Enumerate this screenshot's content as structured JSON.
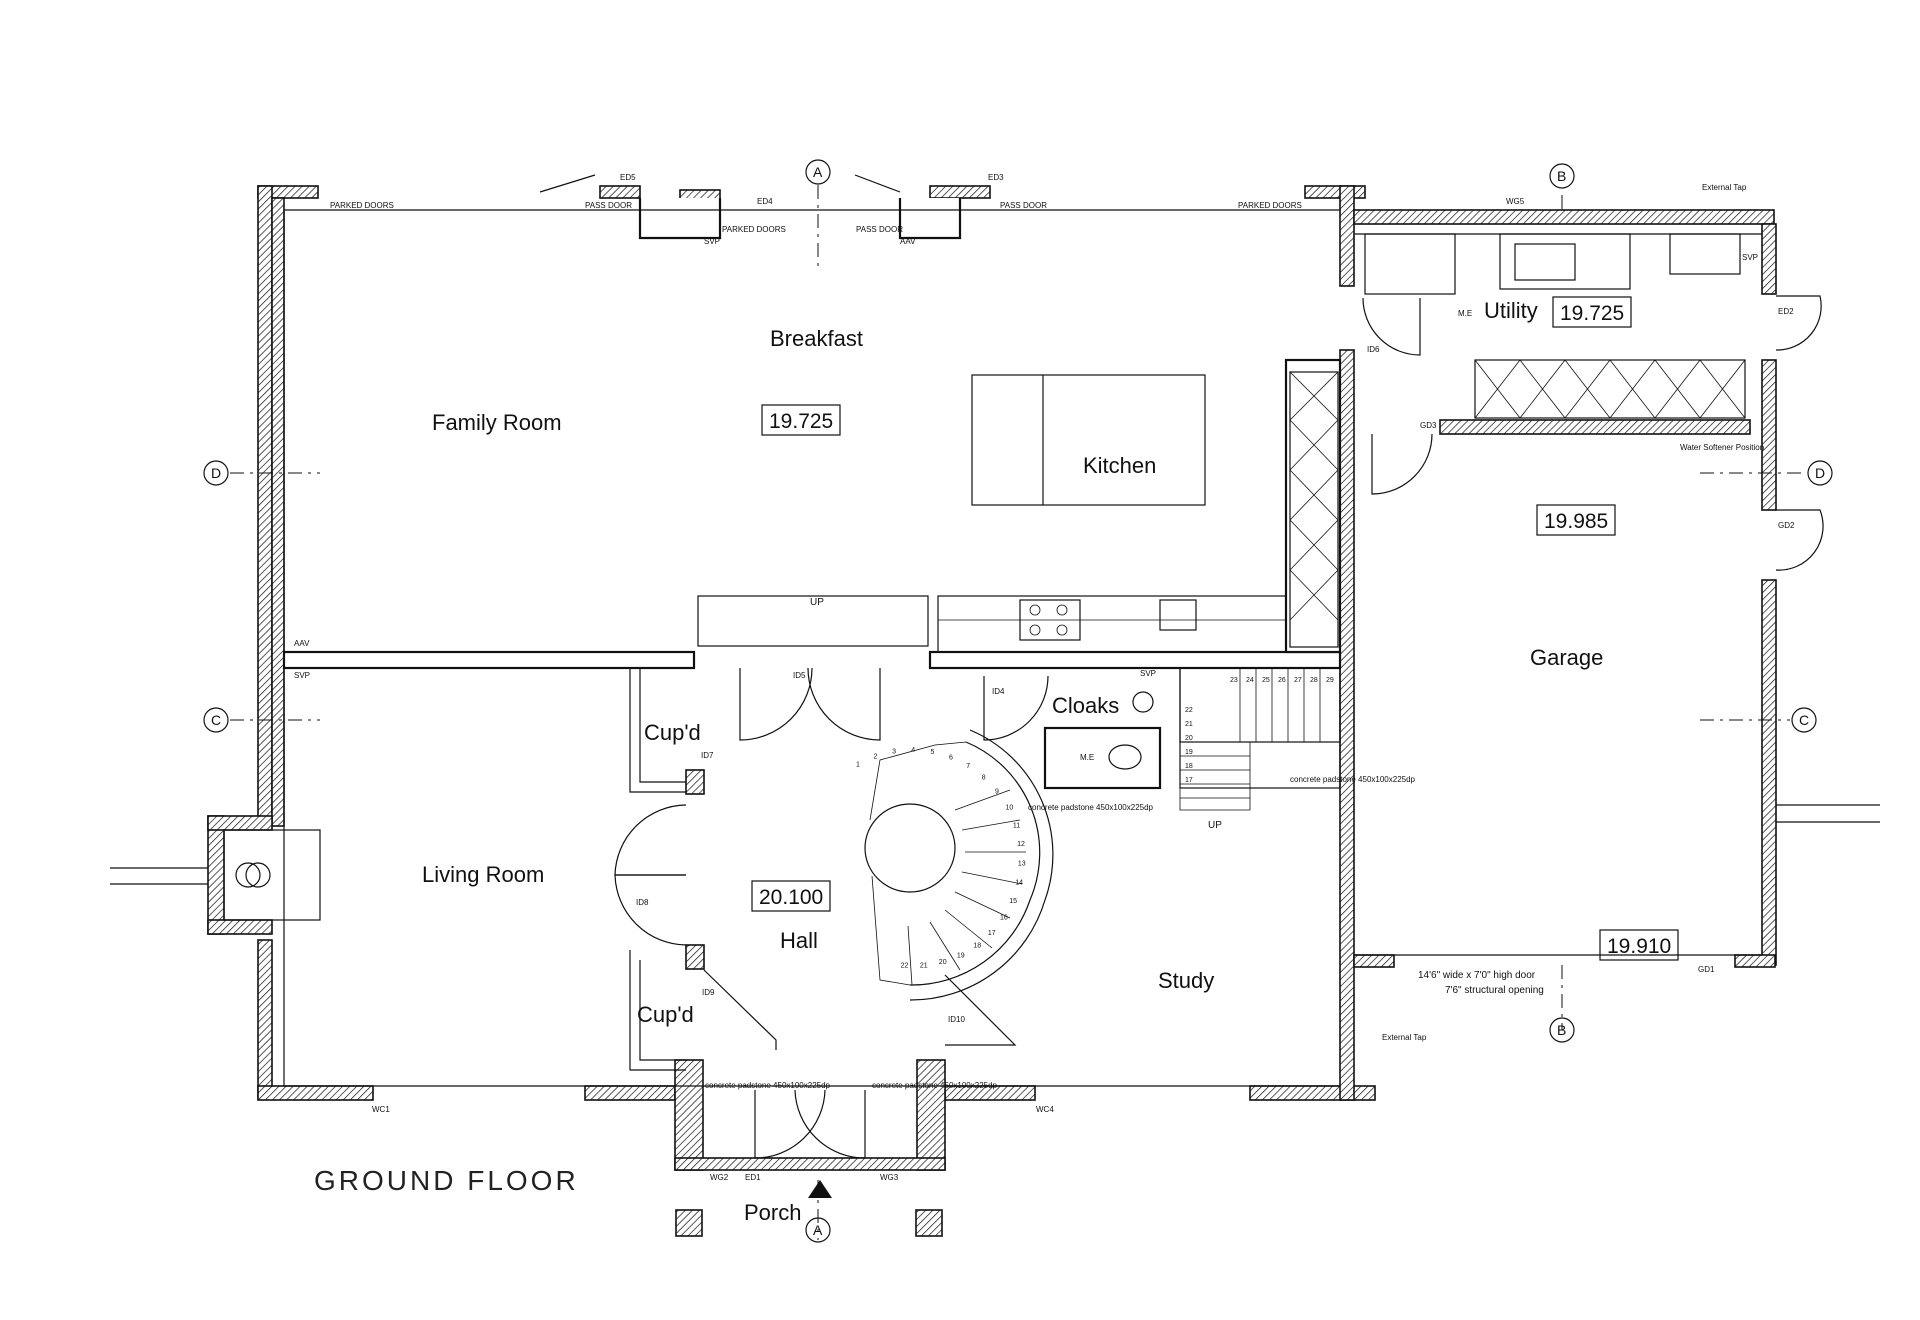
{
  "drawing": {
    "title": "GROUND FLOOR"
  },
  "rooms": {
    "family_room": "Family Room",
    "breakfast": "Breakfast",
    "kitchen": "Kitchen",
    "utility": "Utility",
    "garage": "Garage",
    "cupd_upper": "Cup'd",
    "cupd_lower": "Cup'd",
    "cloaks": "Cloaks",
    "living_room": "Living Room",
    "hall": "Hall",
    "study": "Study",
    "porch": "Porch"
  },
  "levels": {
    "breakfast": "19.725",
    "utility": "19.725",
    "garage_upper": "19.985",
    "hall": "20.100",
    "garage_lower": "19.910"
  },
  "grid_marks": {
    "a_top": "A",
    "a_bottom": "A",
    "b_top": "B",
    "b_bottom": "B",
    "c_left": "C",
    "c_right": "C",
    "d_left": "D",
    "d_right": "D"
  },
  "notes": {
    "parked_doors_1": "PARKED DOORS",
    "pass_door_1": "PASS DOOR",
    "parked_doors_2": "PARKED DOORS",
    "pass_door_2": "PASS DOOR",
    "pass_door_3": "PASS DOOR",
    "parked_doors_3": "PARKED DOORS",
    "external_tap_top": "External Tap",
    "external_tap_bottom": "External Tap",
    "garage_door_1": "14'6\" wide x 7'0\" high door",
    "garage_door_2": "7'6\" structural opening",
    "padstone_1": "concrete padstone 450x100x225dp",
    "padstone_2": "concrete padstone 450x100x225dp",
    "padstone_3": "concrete padstone 450x100x225dp",
    "padstone_4": "concrete padstone 450x100x225dp",
    "water_softener": "Water Softener Position",
    "me_1": "M.E",
    "me_2": "M.E",
    "svp_1": "SVP",
    "svp_2": "SVP",
    "svp_3": "SVP",
    "svp_4": "SVP",
    "aav_1": "AAV",
    "aav_2": "AAV",
    "up_1": "UP",
    "up_2": "UP"
  },
  "door_tags": {
    "ed1": "ED1",
    "ed2": "ED2",
    "ed3": "ED3",
    "ed4": "ED4",
    "ed5": "ED5",
    "id4": "ID4",
    "id5": "ID5",
    "id6": "ID6",
    "id7": "ID7",
    "id8": "ID8",
    "id9": "ID9",
    "id10": "ID10",
    "gd1": "GD1",
    "gd2": "GD2",
    "gd3": "GD3",
    "wc1": "WC1",
    "wc2": "WG2",
    "wc3": "WG3",
    "wc4": "WC4",
    "wc5": "WG5"
  },
  "stair_numbers": {
    "spiral": [
      "1",
      "2",
      "3",
      "4",
      "5",
      "6",
      "7",
      "8",
      "9",
      "10",
      "11",
      "12",
      "13",
      "14",
      "15",
      "16",
      "17",
      "18",
      "19",
      "20",
      "21",
      "22"
    ],
    "straight_top": [
      "23",
      "24",
      "25",
      "26",
      "27",
      "28",
      "29"
    ],
    "straight_side": [
      "22",
      "21",
      "20",
      "19",
      "18",
      "17"
    ]
  }
}
